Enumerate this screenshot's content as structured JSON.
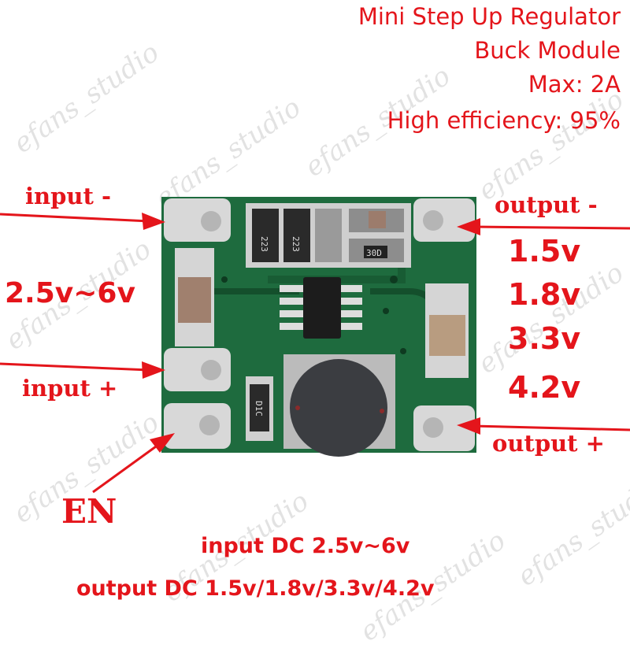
{
  "header": {
    "lines": [
      "Mini Step Up Regulator",
      "Buck Module",
      "Max: 2A",
      "High efficiency: 95%"
    ]
  },
  "labels": {
    "input_minus": "input -",
    "input_plus": "input +",
    "output_minus": "output -",
    "output_plus": "output +",
    "enable": "EN",
    "input_range": "2.5v~6v",
    "output_voltages": [
      "1.5v",
      "1.8v",
      "3.3v",
      "4.2v"
    ]
  },
  "footer": {
    "input_spec": "input DC 2.5v~6v",
    "output_spec": "output DC 1.5v/1.8v/3.3v/4.2v"
  },
  "pcb_markings": [
    "223",
    "223",
    "30D",
    "D1C"
  ],
  "watermark": "efans_studio",
  "colors": {
    "annotation": "#e4151b",
    "pcb": "#1e6b3e"
  }
}
